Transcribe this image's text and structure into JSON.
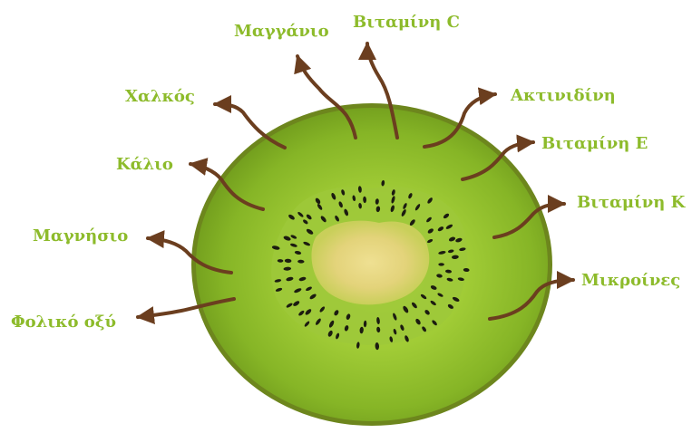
{
  "colors": {
    "label": "#8dbb2b",
    "arrow": "#6b3e1f",
    "skin_edge": "#6b7f1c",
    "flesh_outer": "#7fae22",
    "flesh_inner": "#a6cf3a",
    "core": "#e3d37a",
    "seed": "#1c1c10",
    "background": "#ffffff"
  },
  "labels": {
    "manganese": "Μαγγάνιο",
    "vitamin_c": "Βιταμίνη C",
    "copper": "Χαλκός",
    "actinidin": "Ακτινιδίνη",
    "potassium": "Κάλιο",
    "vitamin_e": "Βιταμίνη Ε",
    "vitamin_k": "Βιταμίνη Κ",
    "magnesium": "Μαγνήσιο",
    "fiber": "Μικροίνες",
    "folic_acid": "Φολικό οξύ"
  }
}
